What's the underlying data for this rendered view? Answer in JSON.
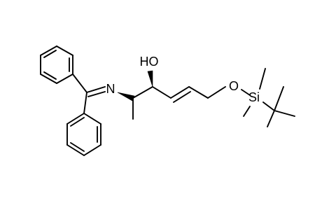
{
  "labels": {
    "imine_nitrogen": "N",
    "hydroxyl": "HO",
    "ether_oxygen": "O",
    "silicon": "Si"
  },
  "colors": {
    "stroke": "#000000",
    "background": "#ffffff"
  }
}
